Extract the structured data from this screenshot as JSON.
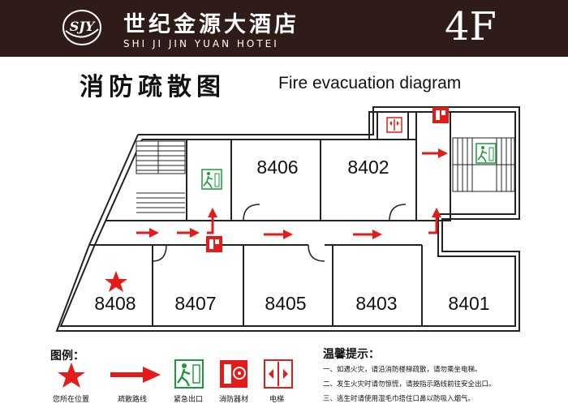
{
  "header": {
    "hotel_name_cn": "世纪金源大酒店",
    "hotel_name_en": "SHI JI JIN YUAN HOTEI",
    "floor": "4F",
    "logo_text": "SJY"
  },
  "title": {
    "cn": "消防疏散图",
    "en": "Fire evacuation diagram"
  },
  "rooms": {
    "r8406": "8406",
    "r8402": "8402",
    "r8408": "8408",
    "r8407": "8407",
    "r8405": "8405",
    "r8403": "8403",
    "r8401": "8401"
  },
  "legend": {
    "heading": "图例：",
    "items": [
      "您所在位置",
      "疏散路线",
      "紧急出口",
      "消防器材",
      "电梯"
    ]
  },
  "tips": {
    "heading": "温馨提示：",
    "lines": [
      "一、如遇火灾，请沿消防楼梯疏散，请勿乘坐电梯。",
      "二、发生火灾时请勿惊慌，请按指示路线前往安全出口。",
      "三、逃生时请使用湿毛巾捂住口鼻以防吸入烟气。"
    ]
  },
  "colors": {
    "banner": "#2f1b17",
    "arrow": "#e31b1b",
    "exit_green": "#1a9a3a",
    "wall": "#222222"
  },
  "icons": [
    "star-icon",
    "arrow-icon",
    "emergency-exit-icon",
    "fire-equipment-icon",
    "elevator-icon"
  ]
}
